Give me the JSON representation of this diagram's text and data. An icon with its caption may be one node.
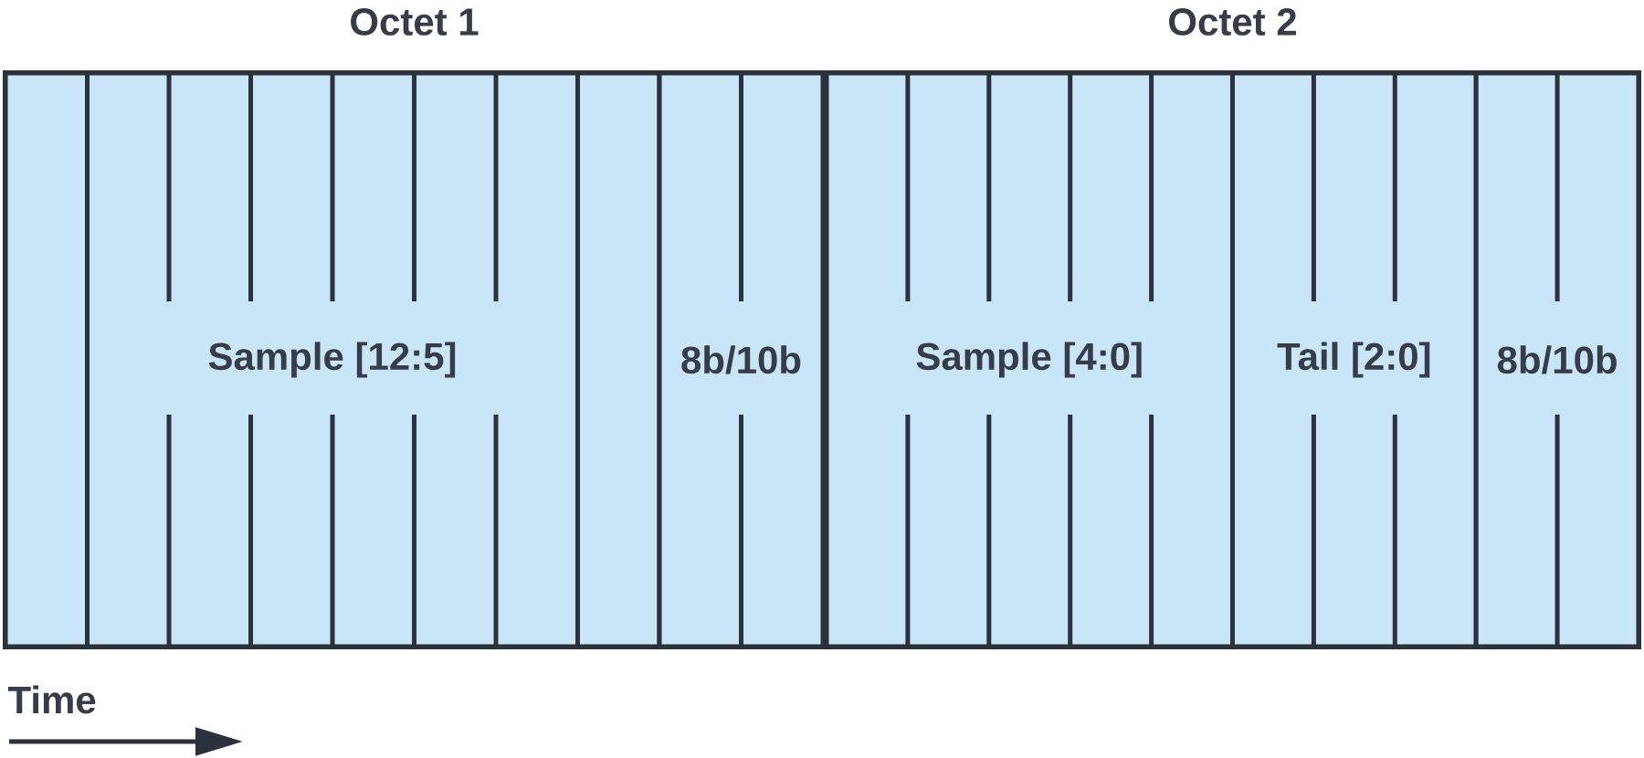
{
  "diagram": {
    "nodes": [
      {
        "text": [
          "Octet 1"
        ]
      },
      {
        "text": [],
        "shape": "box",
        "in": 0
      },
      {
        "text": [
          "Sample [12:5]"
        ],
        "in": 0
      },
      {
        "text": [],
        "shape": "box",
        "in": 0
      },
      {
        "text": [
          "8b/10b"
        ],
        "in": 0
      },
      {
        "text": [
          "Octet 2"
        ]
      },
      {
        "text": [
          "Sample [4:0]"
        ],
        "in": 5
      },
      {
        "text": [
          "Tail [2:0]"
        ],
        "in": 5
      },
      {
        "text": [
          "8b/10b"
        ],
        "in": 5
      }
    ],
    "labels": [
      "Time"
    ]
  }
}
